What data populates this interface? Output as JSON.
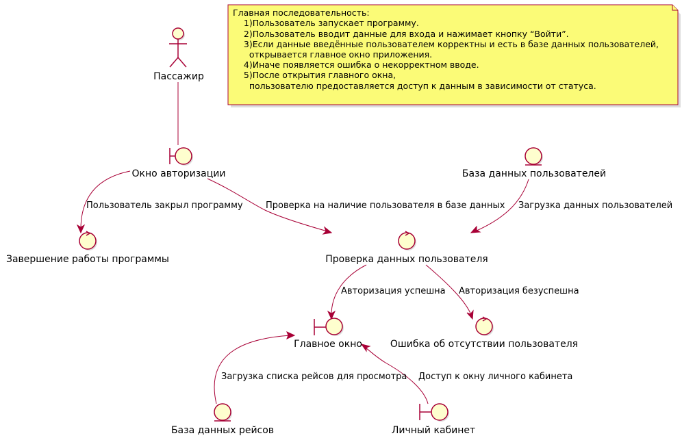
{
  "diagram": {
    "nodes": {
      "passenger": "Пассажир",
      "auth_window": "Окно авторизации",
      "users_db": "База данных пользователей",
      "exit": "Завершение работы программы",
      "check_user": "Проверка данных пользователя",
      "main_window": "Главное окно",
      "user_missing_error": "Ошибка об отсутствии пользователя",
      "flights_db": "База данных рейсов",
      "personal_account": "Личный кабинет"
    },
    "edges": {
      "user_closed": "Пользователь закрыл программу",
      "check_db": "Проверка на наличие пользователя в базе данных",
      "load_users": "Загрузка данных пользователей",
      "auth_success": "Авторизация успешна",
      "auth_fail": "Авторизация безуспешна",
      "load_flights": "Загрузка списка рейсов для просмотра",
      "account_access": "Доступ к окну личного кабинета"
    },
    "note": {
      "lines": [
        "Главная последовательность:",
        "    1)Пользователь запускает программу.",
        "    2)Пользователь вводит данные для входа и нажимает кнопку “Войти”.",
        "    3)Если данные введённые пользователем корректны и есть в базе данных пользователей,",
        "      открывается главное окно приложения.",
        "    4)Иначе появляется ошибка о некорректном вводе.",
        "    5)После открытия главного окна,",
        "      пользователю предоставляется доступ к данным в зависимости от статуса."
      ]
    },
    "colors": {
      "shape_fill": "#fefece",
      "stroke": "#a80036",
      "note_fill": "#fbfb77"
    },
    "node_types": {
      "passenger": "actor",
      "auth_window": "boundary",
      "users_db": "entity",
      "exit": "control",
      "check_user": "control",
      "main_window": "boundary",
      "user_missing_error": "control",
      "flights_db": "entity",
      "personal_account": "boundary"
    }
  }
}
